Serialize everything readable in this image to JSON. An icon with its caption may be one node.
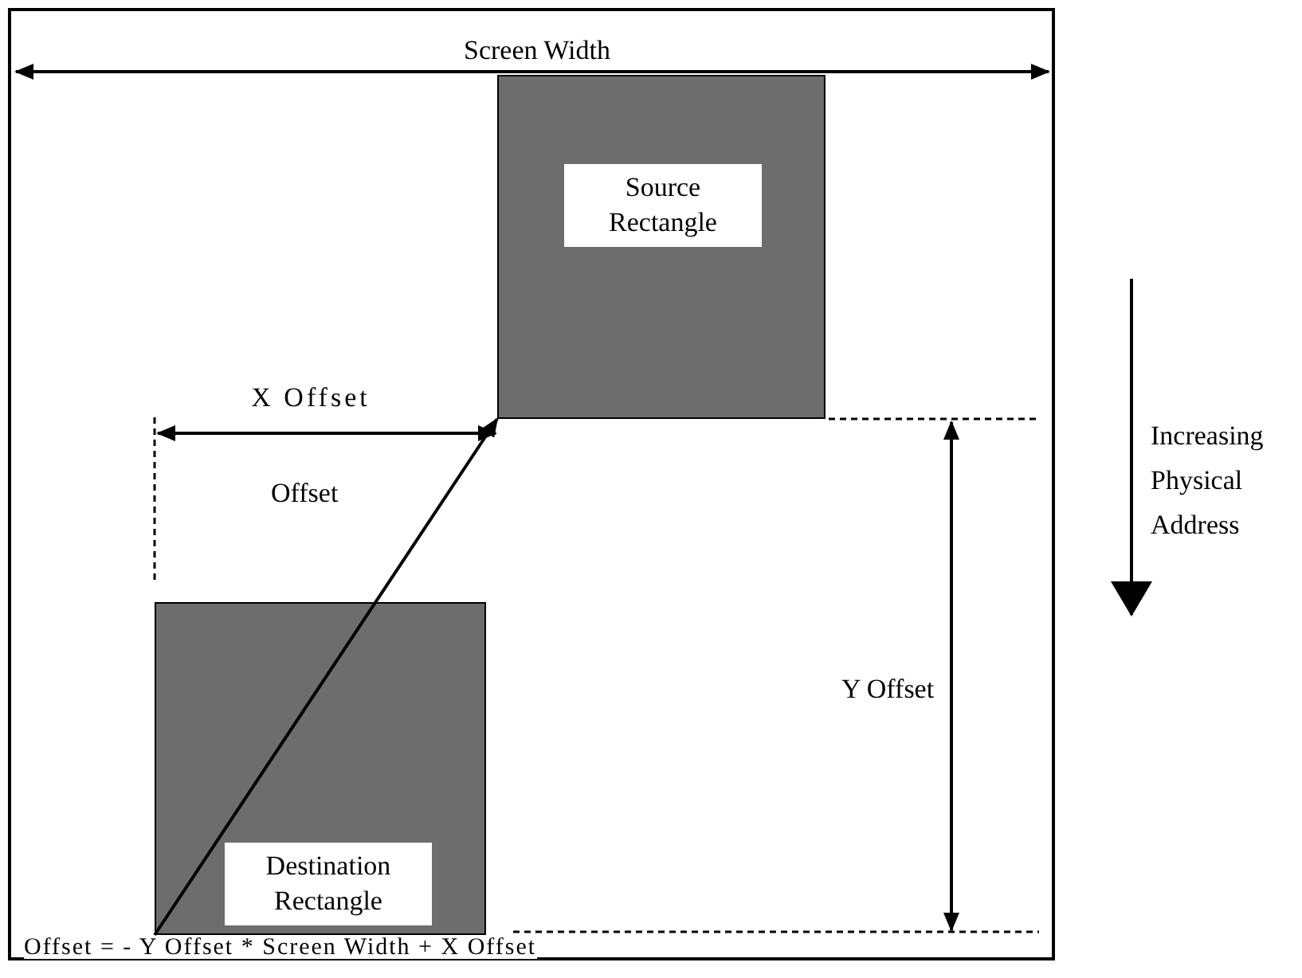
{
  "diagram": {
    "nodes": [
      {
        "text": [
          "Source Rectangle"
        ]
      },
      {
        "text": [
          "Destination Rectangle"
        ]
      }
    ],
    "edges": [
      {
        "from": 1,
        "to": 0,
        "arrow": "to",
        "label": "Offset"
      }
    ],
    "labels": [
      "Screen Width",
      "X Offset",
      "Increasing Physical Address",
      "Y Offset",
      "Offset = - Y Offset * Screen Width + X Offset"
    ]
  }
}
